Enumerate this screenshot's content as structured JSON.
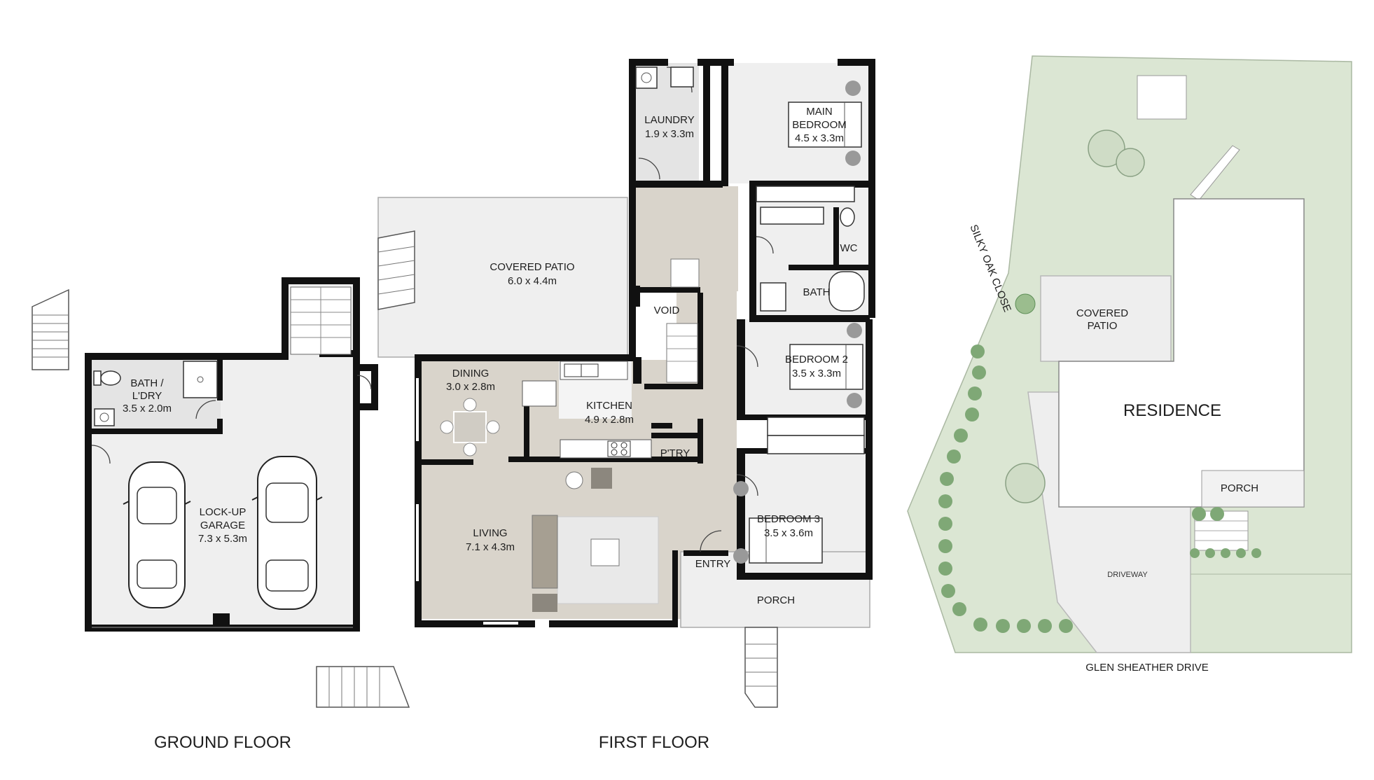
{
  "floor_labels": {
    "ground": "GROUND FLOOR",
    "first": "FIRST FLOOR"
  },
  "ground_rooms": {
    "bath_ldry": {
      "line1": "BATH /",
      "line2": "L'DRY",
      "dims": "3.5 x 2.0m"
    },
    "garage": {
      "line1": "LOCK-UP",
      "line2": "GARAGE",
      "dims": "7.3 x 5.3m"
    }
  },
  "first_rooms": {
    "covered_patio": {
      "name": "COVERED PATIO",
      "dims": "6.0 x 4.4m"
    },
    "laundry": {
      "name": "LAUNDRY",
      "dims": "1.9 x 3.3m"
    },
    "main_bedroom": {
      "line1": "MAIN",
      "line2": "BEDROOM",
      "dims": "4.5 x 3.3m"
    },
    "wc": {
      "name": "WC"
    },
    "bath": {
      "name": "BATH"
    },
    "void": {
      "name": "VOID"
    },
    "dining": {
      "name": "DINING",
      "dims": "3.0 x 2.8m"
    },
    "kitchen": {
      "name": "KITCHEN",
      "dims": "4.9 x 2.8m"
    },
    "pantry": {
      "name": "P'TRY"
    },
    "bedroom2": {
      "name": "BEDROOM 2",
      "dims": "3.5 x 3.3m"
    },
    "bedroom3": {
      "name": "BEDROOM 3",
      "dims": "3.5 x 3.6m"
    },
    "living": {
      "name": "LIVING",
      "dims": "7.1 x 4.3m"
    },
    "entry": {
      "name": "ENTRY"
    },
    "porch": {
      "name": "PORCH"
    }
  },
  "site": {
    "street_side": "SILKY OAK CLOSE",
    "street_front": "GLEN SHEATHER DRIVE",
    "residence": "RESIDENCE",
    "covered_patio_line1": "COVERED",
    "covered_patio_line2": "PATIO",
    "porch": "PORCH",
    "driveway": "DRIVEWAY"
  },
  "colors": {
    "wall": "#111111",
    "floor": "#efefef",
    "timber_floor": "#d9d4cb",
    "grass": "#dbe6d3",
    "shrub": "#5f8f58"
  },
  "icons": [
    "car-icon",
    "tree-icon",
    "shrub-icon",
    "stair-icon",
    "toilet-icon",
    "bathtub-icon",
    "stove-icon",
    "sink-icon",
    "table-icon",
    "sofa-icon",
    "bed-icon"
  ]
}
